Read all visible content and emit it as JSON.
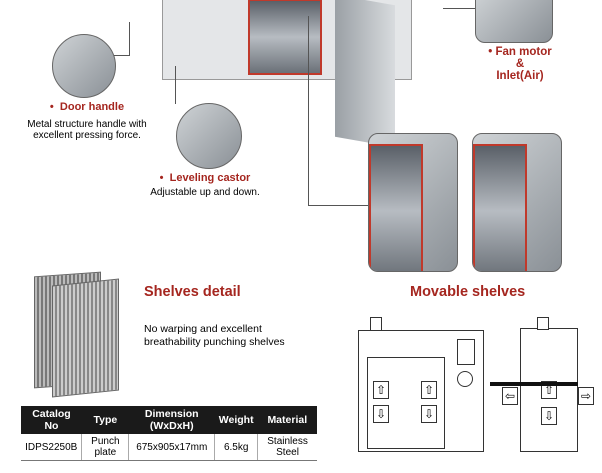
{
  "features": {
    "door_handle": {
      "title": "Door handle",
      "desc": "Metal structure handle with excellent pressing force."
    },
    "leveling_castor": {
      "title": "Leveling castor",
      "desc": "Adjustable up and down."
    },
    "fan_motor": {
      "title_line1": "Fan motor",
      "title_line2": "&",
      "title_line3": "Inlet(Air)"
    }
  },
  "shelves_detail": {
    "title": "Shelves detail",
    "desc": "No warping and excellent breathability punching shelves"
  },
  "movable_shelves": {
    "title": "Movable shelves"
  },
  "bullet": "•",
  "table": {
    "headers": [
      "Catalog No",
      "Type",
      "Dimension (WxDxH)",
      "Weight",
      "Material"
    ],
    "rows": [
      [
        "IDPS2250B",
        "Punch plate",
        "675x905x17mm",
        "6.5kg",
        "Stainless Steel"
      ]
    ]
  },
  "arrows": {
    "up": "⇧",
    "down": "⇩",
    "left": "⇦",
    "right": "⇨"
  }
}
